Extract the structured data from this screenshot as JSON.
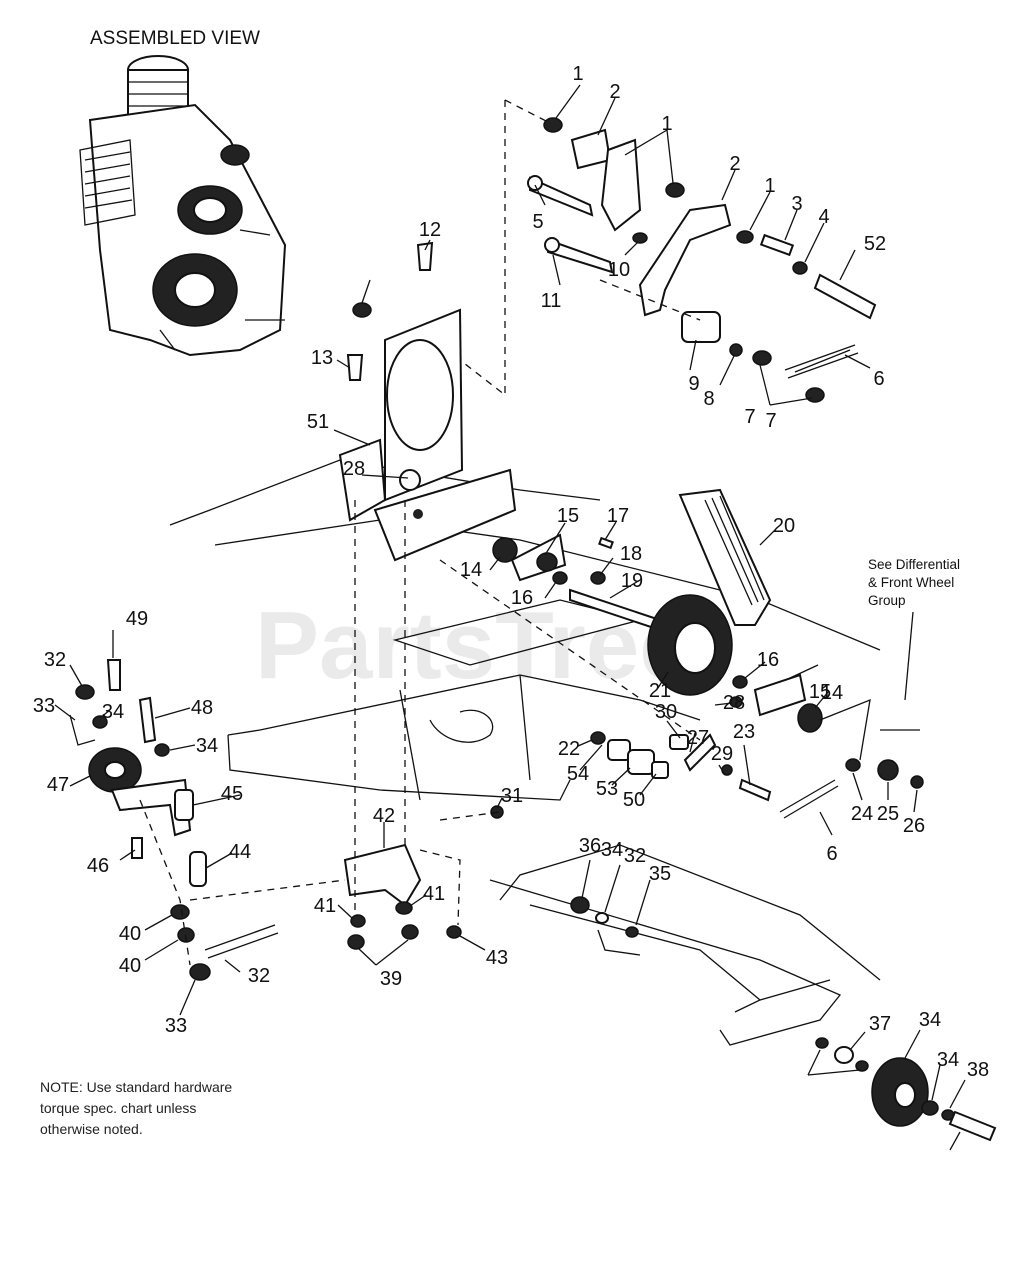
{
  "title": "ASSEMBLED VIEW",
  "watermark": "PartsTree",
  "note": {
    "lines": [
      "NOTE: Use standard hardware",
      "torque spec. chart unless",
      "otherwise noted."
    ]
  },
  "reference": {
    "lines": [
      "See Differential",
      "& Front Wheel",
      "Group"
    ]
  },
  "callouts": [
    "1",
    "2",
    "1",
    "2",
    "1",
    "3",
    "4",
    "52",
    "5",
    "10",
    "11",
    "9",
    "8",
    "7",
    "6",
    "7",
    "12",
    "13",
    "51",
    "28",
    "15",
    "17",
    "18",
    "14",
    "19",
    "16",
    "20",
    "21",
    "16",
    "15",
    "28",
    "14",
    "49",
    "32",
    "33",
    "34",
    "48",
    "34",
    "47",
    "45",
    "46",
    "44",
    "30",
    "27",
    "22",
    "54",
    "53",
    "50",
    "29",
    "23",
    "24",
    "25",
    "26",
    "6",
    "31",
    "42",
    "41",
    "41",
    "40",
    "40",
    "39",
    "43",
    "32",
    "33",
    "34",
    "32",
    "35",
    "36",
    "37",
    "34",
    "34",
    "38"
  ]
}
